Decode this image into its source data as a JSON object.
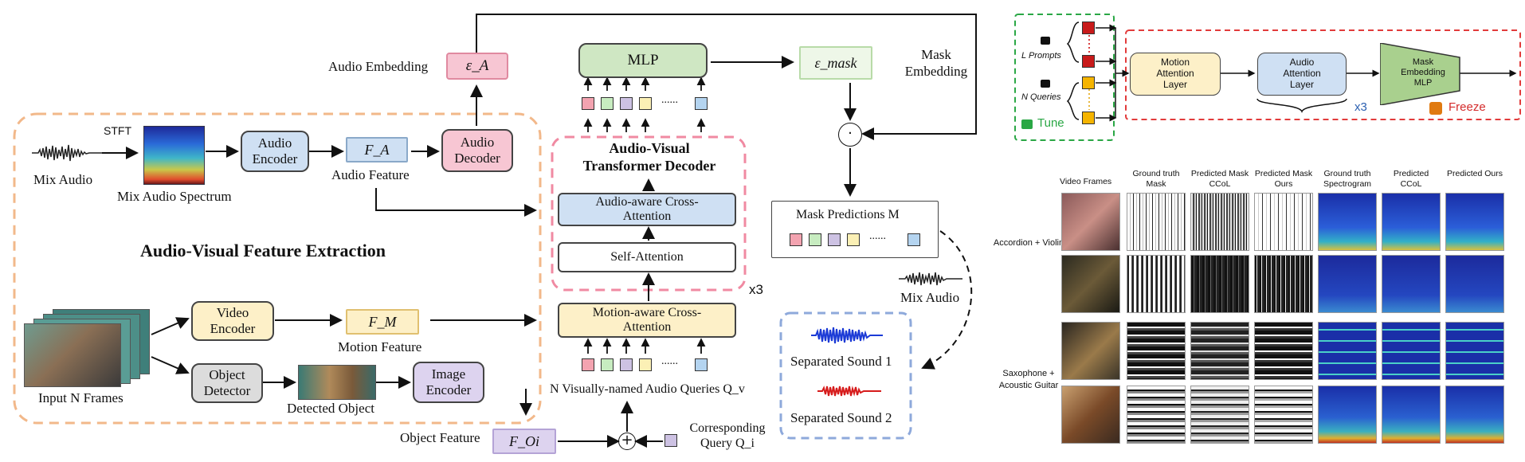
{
  "left_diagram": {
    "feature_extraction_title": "Audio-Visual Feature Extraction",
    "stft": "STFT",
    "mix_audio": "Mix Audio",
    "mix_audio_spectrum": "Mix Audio Spectrum",
    "audio_encoder": "Audio Encoder",
    "audio_feature_symbol": "F_A",
    "audio_feature": "Audio Feature",
    "audio_decoder": "Audio Decoder",
    "audio_embedding_label": "Audio Embedding",
    "audio_embedding_symbol": "ε_A",
    "input_frames": "Input N Frames",
    "video_encoder": "Video Encoder",
    "motion_feature_symbol": "F_M",
    "motion_feature": "Motion Feature",
    "object_detector": "Object Detector",
    "detected_object": "Detected Object",
    "image_encoder": "Image Encoder",
    "object_feature_label": "Object Feature",
    "object_feature_symbol": "F_Oi",
    "corresponding_query": "Corresponding Query Q_i"
  },
  "decoder": {
    "mlp": "MLP",
    "mask_embedding_symbol": "ε_mask",
    "mask_embedding_label": "Mask Embedding",
    "title": "Audio-Visual Transformer Decoder",
    "audio_cross_attention": "Audio-aware Cross-Attention",
    "self_attention": "Self-Attention",
    "repeat": "x3",
    "motion_cross_attention": "Motion-aware Cross-Attention",
    "queries_label": "N Visually-named Audio Queries Q_v",
    "dots": "......",
    "mask_predictions": "Mask Predictions M",
    "mix_audio": "Mix Audio",
    "separated_sound_1": "Separated Sound 1",
    "separated_sound_2": "Separated Sound 2"
  },
  "colors": {
    "audio_blue": "#cfe0f3",
    "motion_yellow": "#fdf0c8",
    "audio_pink": "#f7c6d3",
    "mlp_green": "#cfe7c3",
    "image_purple": "#ddd3ef",
    "tok_red": "#f3a3b0",
    "tok_green": "#c7ecc0",
    "tok_purple": "#cdc2e3",
    "tok_yellow": "#fbf0b5",
    "tok_blue": "#b4d4f0",
    "orange_dashed": "#f2b88a",
    "pink_dashed": "#f08aa2",
    "blue_dashed": "#8ea9db"
  },
  "tuning": {
    "l_prompts": "L Prompts",
    "n_queries": "N Queries",
    "tune": "Tune",
    "motion_attention_layer": "Motion Attention Layer",
    "audio_attention_layer": "Audio Attention Layer",
    "mask_embedding_mlp": "Mask Embedding MLP",
    "repeat": "x3",
    "freeze": "Freeze"
  },
  "results": {
    "columns": [
      "Video Frames",
      "Ground truth Mask",
      "Predicted Mask CCoL",
      "Predicted Mask Ours",
      "Ground truth Spectrogram",
      "Predicted CCoL",
      "Predicted Ours"
    ],
    "group1": "Accordion + Violin",
    "group2": "Saxophone + Acoustic Guitar"
  }
}
